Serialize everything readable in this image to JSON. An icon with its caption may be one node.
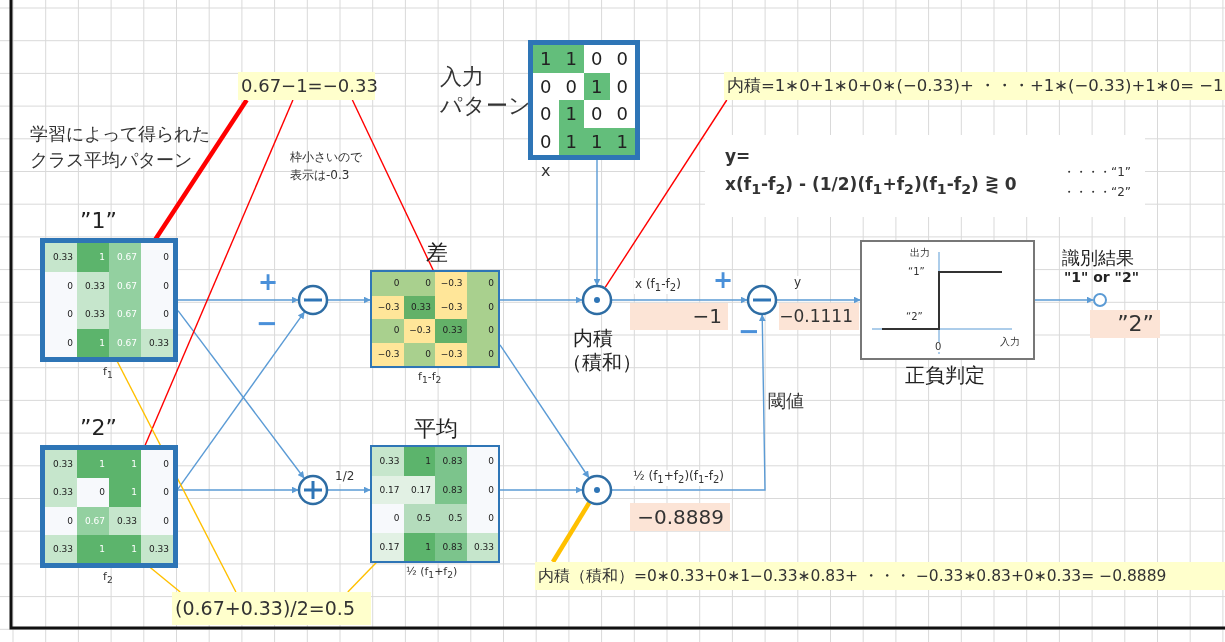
{
  "diagram": {
    "nodes": [
      {
        "text": [
          "0.67−1=−0.33"
        ]
      },
      {
        "text": [],
        "shape": "box",
        "beside": [
          "x"
        ]
      },
      {
        "text": [
          "1"
        ],
        "in": 1
      },
      {
        "text": [
          "1"
        ],
        "in": 1
      },
      {
        "text": [
          "0"
        ],
        "in": 1
      },
      {
        "text": [
          "0"
        ],
        "in": 1
      },
      {
        "text": [
          "0"
        ],
        "in": 1
      },
      {
        "text": [
          "0"
        ],
        "in": 1
      },
      {
        "text": [
          "1"
        ],
        "in": 1
      },
      {
        "text": [
          "0"
        ],
        "in": 1
      },
      {
        "text": [
          "0"
        ],
        "in": 1
      },
      {
        "text": [
          "1"
        ],
        "in": 1
      },
      {
        "text": [
          "0"
        ],
        "in": 1
      },
      {
        "text": [
          "0"
        ],
        "in": 1
      },
      {
        "text": [
          "0"
        ],
        "in": 1
      },
      {
        "text": [
          "1"
        ],
        "in": 1
      },
      {
        "text": [
          "1"
        ],
        "in": 1
      },
      {
        "text": [
          "1"
        ],
        "in": 1
      },
      {
        "text": [
          "内積=1∗0+1∗0+0∗(−0.33)+ ・・・+1∗(−0.33)+1∗0= −1"
        ]
      },
      {
        "text": [
          "”1”"
        ],
        "beside": [
          "f$_{1}$"
        ]
      },
      {
        "text": [
          "0.33"
        ],
        "in": 19
      },
      {
        "text": [
          "1"
        ],
        "in": 19
      },
      {
        "text": [
          "0.67"
        ],
        "in": 19
      },
      {
        "text": [
          "0"
        ],
        "in": 19
      },
      {
        "text": [
          "0"
        ],
        "in": 19
      },
      {
        "text": [
          "0.33"
        ],
        "in": 19
      },
      {
        "text": [
          "0.67"
        ],
        "in": 19
      },
      {
        "text": [
          "0"
        ],
        "in": 19
      },
      {
        "text": [
          "0"
        ],
        "in": 19
      },
      {
        "text": [
          "0.33"
        ],
        "in": 19
      },
      {
        "text": [
          "0.67"
        ],
        "in": 19
      },
      {
        "text": [
          "0"
        ],
        "in": 19
      },
      {
        "text": [
          "0"
        ],
        "in": 19
      },
      {
        "text": [
          "1"
        ],
        "in": 19
      },
      {
        "text": [
          "0.67"
        ],
        "in": 19
      },
      {
        "text": [
          "0.33"
        ],
        "in": 19
      },
      {
        "text": [],
        "shape": "circle"
      },
      {
        "text": [
          "差"
        ],
        "beside": [
          "f$_{1}$-f$_{2}$"
        ]
      },
      {
        "text": [
          "0"
        ],
        "in": 37
      },
      {
        "text": [
          "0"
        ],
        "in": 37
      },
      {
        "text": [
          "−0.3"
        ],
        "in": 37
      },
      {
        "text": [
          "0"
        ],
        "in": 37
      },
      {
        "text": [
          "−0.3"
        ],
        "in": 37
      },
      {
        "text": [
          "0.33"
        ],
        "in": 37
      },
      {
        "text": [
          "−0.3"
        ],
        "in": 37
      },
      {
        "text": [
          "0"
        ],
        "in": 37
      },
      {
        "text": [
          "0"
        ],
        "in": 37
      },
      {
        "text": [
          "−0.3"
        ],
        "in": 37
      },
      {
        "text": [
          "0.33"
        ],
        "in": 37
      },
      {
        "text": [
          "0"
        ],
        "in": 37
      },
      {
        "text": [
          "−0.3"
        ],
        "in": 37
      },
      {
        "text": [
          "0"
        ],
        "in": 37
      },
      {
        "text": [
          "−0.3"
        ],
        "in": 37
      },
      {
        "text": [
          "0"
        ],
        "in": 37
      },
      {
        "text": [],
        "shape": "circle",
        "beside": [
          "内積",
          "（積和）"
        ]
      },
      {
        "text": [
          "−1"
        ]
      },
      {
        "text": [],
        "shape": "circle"
      },
      {
        "text": [
          "−0.1111"
        ]
      },
      {
        "text": [
          "出力",
          "“1”",
          "“2”",
          "0",
          "入力"
        ],
        "beside": [
          "正負判定"
        ]
      },
      {
        "text": [],
        "shape": "circle",
        "beside": [
          "識別結果",
          "\"1\" or \"2\""
        ]
      },
      {
        "text": [
          "”2”"
        ]
      },
      {
        "text": [
          "”2”"
        ],
        "beside": [
          "f$_{2}$"
        ]
      },
      {
        "text": [
          "0.33"
        ],
        "in": 61
      },
      {
        "text": [
          "1"
        ],
        "in": 61
      },
      {
        "text": [
          "1"
        ],
        "in": 61
      },
      {
        "text": [
          "0"
        ],
        "in": 61
      },
      {
        "text": [
          "0.33"
        ],
        "in": 61
      },
      {
        "text": [
          "0"
        ],
        "in": 61
      },
      {
        "text": [
          "1"
        ],
        "in": 61
      },
      {
        "text": [
          "0"
        ],
        "in": 61
      },
      {
        "text": [
          "0"
        ],
        "in": 61
      },
      {
        "text": [
          "0.67"
        ],
        "in": 61
      },
      {
        "text": [
          "0.33"
        ],
        "in": 61
      },
      {
        "text": [
          "0"
        ],
        "in": 61
      },
      {
        "text": [
          "0.33"
        ],
        "in": 61
      },
      {
        "text": [
          "1"
        ],
        "in": 61
      },
      {
        "text": [
          "1"
        ],
        "in": 61
      },
      {
        "text": [
          "0.33"
        ],
        "in": 61
      },
      {
        "text": [],
        "shape": "circle"
      },
      {
        "text": [
          "平均"
        ],
        "beside": [
          "½ (f$_{1}$+f$_{2}$)"
        ]
      },
      {
        "text": [
          "0.33"
        ],
        "in": 79
      },
      {
        "text": [
          "1"
        ],
        "in": 79
      },
      {
        "text": [
          "0.83"
        ],
        "in": 79
      },
      {
        "text": [
          "0"
        ],
        "in": 79
      },
      {
        "text": [
          "0.17"
        ],
        "in": 79
      },
      {
        "text": [
          "0.17"
        ],
        "in": 79
      },
      {
        "text": [
          "0.83"
        ],
        "in": 79
      },
      {
        "text": [
          "0"
        ],
        "in": 79
      },
      {
        "text": [
          "0"
        ],
        "in": 79
      },
      {
        "text": [
          "0.5"
        ],
        "in": 79
      },
      {
        "text": [
          "0.5"
        ],
        "in": 79
      },
      {
        "text": [
          "0"
        ],
        "in": 79
      },
      {
        "text": [
          "0.17"
        ],
        "in": 79
      },
      {
        "text": [
          "1"
        ],
        "in": 79
      },
      {
        "text": [
          "0.83"
        ],
        "in": 79
      },
      {
        "text": [
          "0.33"
        ],
        "in": 79
      },
      {
        "text": [],
        "shape": "circle"
      },
      {
        "text": [
          "−0.8889"
        ]
      },
      {
        "text": [
          "(0.67+0.33)/2=0.5"
        ]
      },
      {
        "text": [
          "内積（積和）=0∗0.33+0∗1−0.33∗0.83+ ・・・ −0.33∗0.83+0∗0.33= −0.8889"
        ]
      }
    ],
    "edges": [
      {
        "from": 19,
        "to": 36,
        "arrow": "to"
      },
      {
        "from": 19,
        "to": 78,
        "arrow": "to"
      },
      {
        "from": 61,
        "to": 36,
        "arrow": "to"
      },
      {
        "from": 61,
        "to": 78,
        "arrow": "to"
      },
      {
        "from": 36,
        "to": 37,
        "arrow": "to"
      },
      {
        "from": 78,
        "to": 79,
        "arrow": "to",
        "label": "1/2"
      },
      {
        "from": 1,
        "to": 54,
        "arrow": "to"
      },
      {
        "from": 37,
        "to": 54,
        "arrow": "to"
      },
      {
        "from": 37,
        "to": 96,
        "arrow": "to"
      },
      {
        "from": 79,
        "to": 96,
        "arrow": "to"
      },
      {
        "from": 54,
        "to": 56,
        "arrow": "to",
        "label": "x (f$_{1}$-f$_{2}$)"
      },
      {
        "from": 96,
        "to": 56,
        "arrow": "to",
        "label": "½ (f$_{1}$+f$_{2}$)(f$_{1}$-f$_{2}$)"
      },
      {
        "from": 56,
        "to": 58,
        "arrow": "to",
        "label": "y"
      },
      {
        "from": 58,
        "to": 59,
        "arrow": "to"
      },
      {
        "from": 0,
        "to": 26,
        "arrow": "none",
        "style": "thick",
        "color": "#ff0000"
      },
      {
        "from": 0,
        "to": 68,
        "arrow": "none",
        "color": "#ff0000"
      },
      {
        "from": 0,
        "to": 44,
        "arrow": "none",
        "color": "#ff0000"
      },
      {
        "from": 18,
        "to": 54,
        "arrow": "none",
        "color": "#ff0000"
      },
      {
        "from": 98,
        "to": 29,
        "arrow": "none",
        "color": "#ffc000"
      },
      {
        "from": 98,
        "to": 71,
        "arrow": "none",
        "color": "#ffc000"
      },
      {
        "from": 98,
        "to": 89,
        "arrow": "none",
        "color": "#ffc000"
      },
      {
        "from": 99,
        "to": 96,
        "arrow": "none",
        "style": "thick",
        "color": "#ffc000"
      }
    ],
    "labels": [
      "学習によって得られた",
      "クラス平均パターン",
      "入力",
      "パターン",
      "枠小さいので",
      "表示は-0.3",
      "y=",
      "x(f$_{1}$-f$_{2}$) - (1/2)(f$_{1}$+f$_{2}$)(f$_{1}$-f$_{2}$) ⋛ 0",
      "・・・・“1”",
      "・・・・“2”",
      "+",
      "−",
      "+",
      "−",
      "閾値"
    ]
  }
}
